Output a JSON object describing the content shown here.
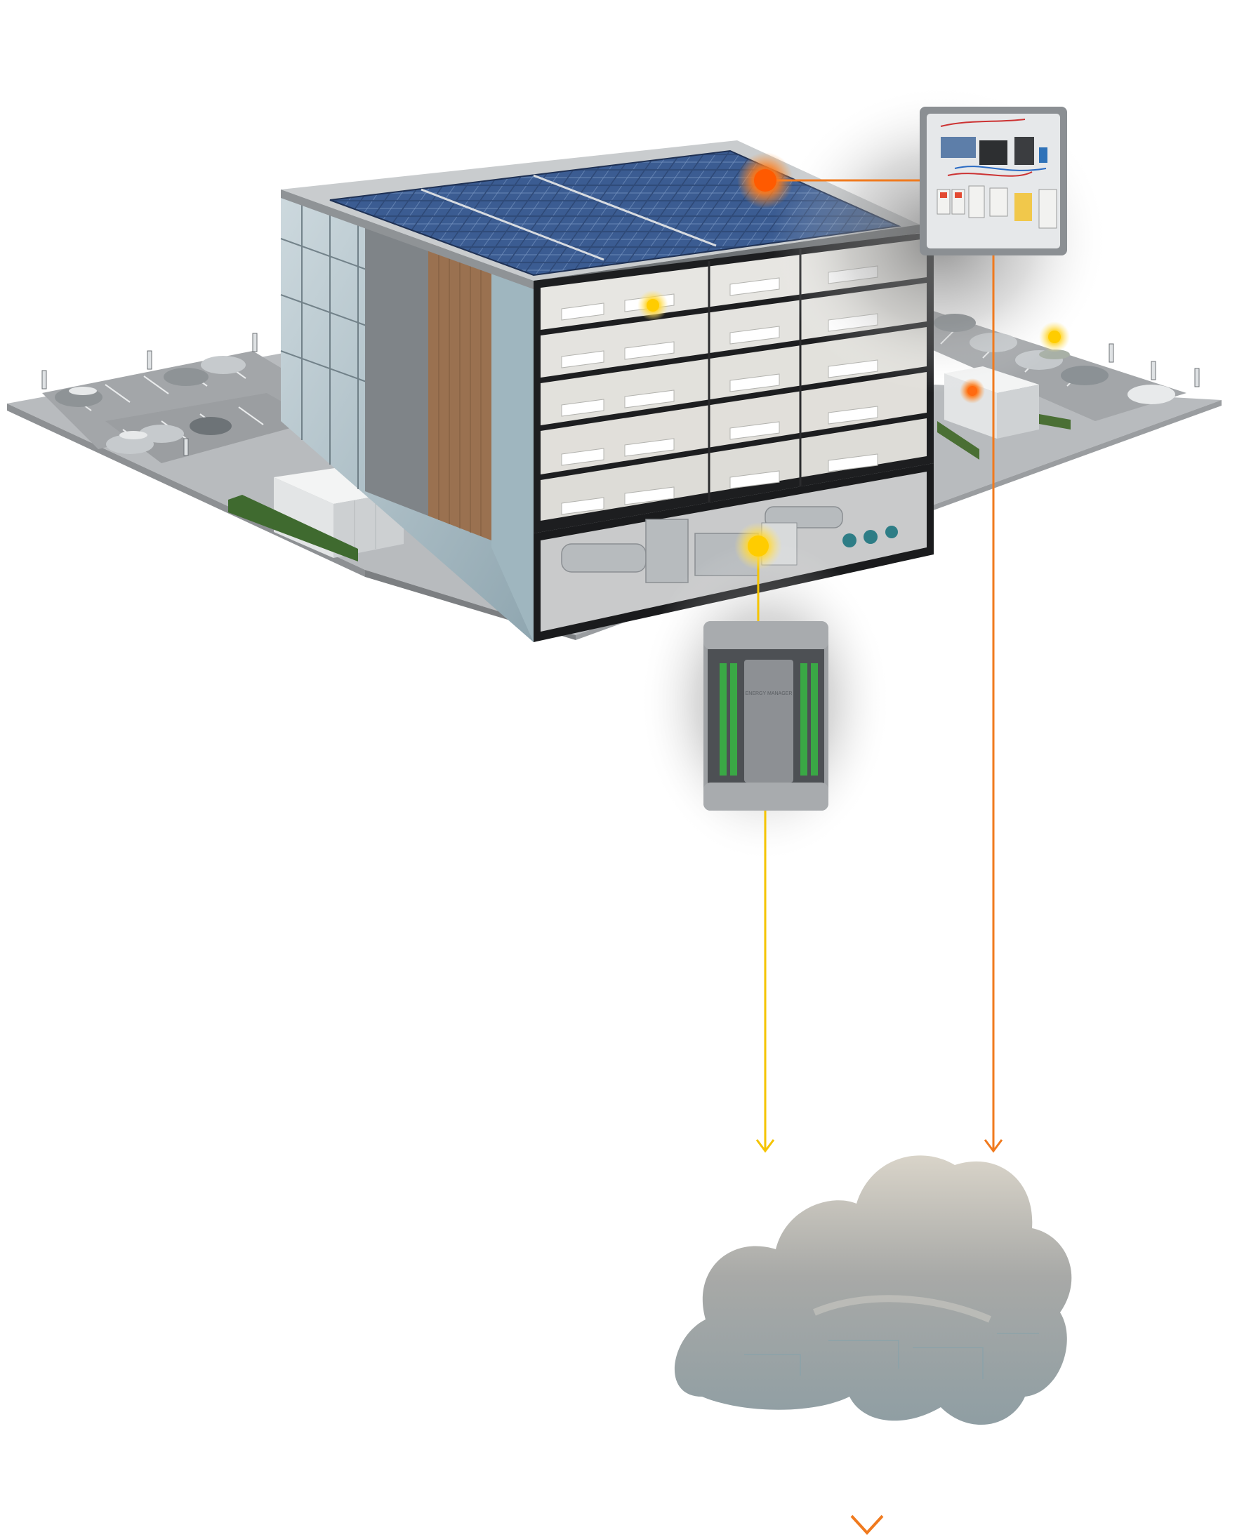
{
  "colors": {
    "accent_orange": "#f07a1e",
    "accent_yellow": "#f5c400",
    "accent_blue": "#59b7e8",
    "glass": "#a9c2cc",
    "solar": "#2f4a78",
    "wood": "#9a7150",
    "concrete": "#8e9397",
    "asphalt": "#a7aaad",
    "cloud": "#b9bcbd"
  },
  "diagram": {
    "building": {
      "floors": 5,
      "basement": "mechanical-room",
      "hotspots": [
        {
          "name": "roof-solar-hotspot",
          "color": "orange"
        },
        {
          "name": "office-floor-hotspot",
          "color": "yellow"
        },
        {
          "name": "parking-ev-hotspot",
          "color": "yellow"
        },
        {
          "name": "battery-storage-hotspot",
          "color": "orange"
        },
        {
          "name": "basement-hvac-hotspot",
          "color": "yellow"
        }
      ]
    },
    "devices": {
      "electrical_panel": {
        "icon": "electrical-panel-icon"
      },
      "controller": {
        "icon": "controller-icon",
        "brand_mark": "ENERGY MANAGER"
      }
    },
    "connections": [
      {
        "from": "electrical_panel",
        "to": "cloud",
        "color": "orange"
      },
      {
        "from": "controller",
        "to": "cloud",
        "color": "yellow"
      },
      {
        "from": "cloud",
        "to": "output",
        "color": "blue-to-orange"
      }
    ],
    "cloud": {
      "icon": "cloud-icon"
    }
  }
}
